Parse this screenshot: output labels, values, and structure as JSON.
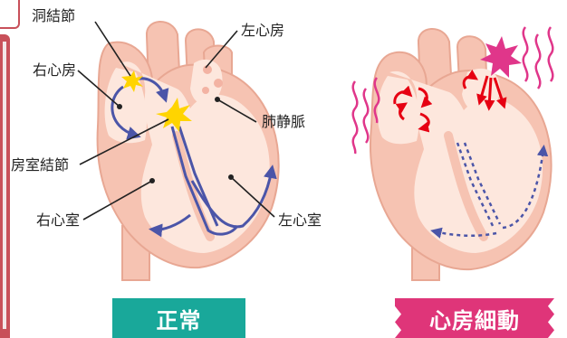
{
  "labels": {
    "sa_node": "洞結節",
    "right_atrium": "右心房",
    "av_node": "房室結節",
    "right_ventricle": "右心室",
    "left_atrium": "左心房",
    "pulmonary_vein": "肺静脈",
    "left_ventricle": "左心室"
  },
  "badges": {
    "normal": "正常",
    "afib": "心房細動"
  },
  "colors": {
    "heart_fill": "#f6c3b2",
    "heart_inner": "#fde7dd",
    "conduction": "#4b55a8",
    "fibrillation_arrows": "#e60012",
    "normal_badge": "#19a89a",
    "afib_badge": "#df3579",
    "spark": "#ffd400",
    "afib_spark": "#e0368a"
  }
}
